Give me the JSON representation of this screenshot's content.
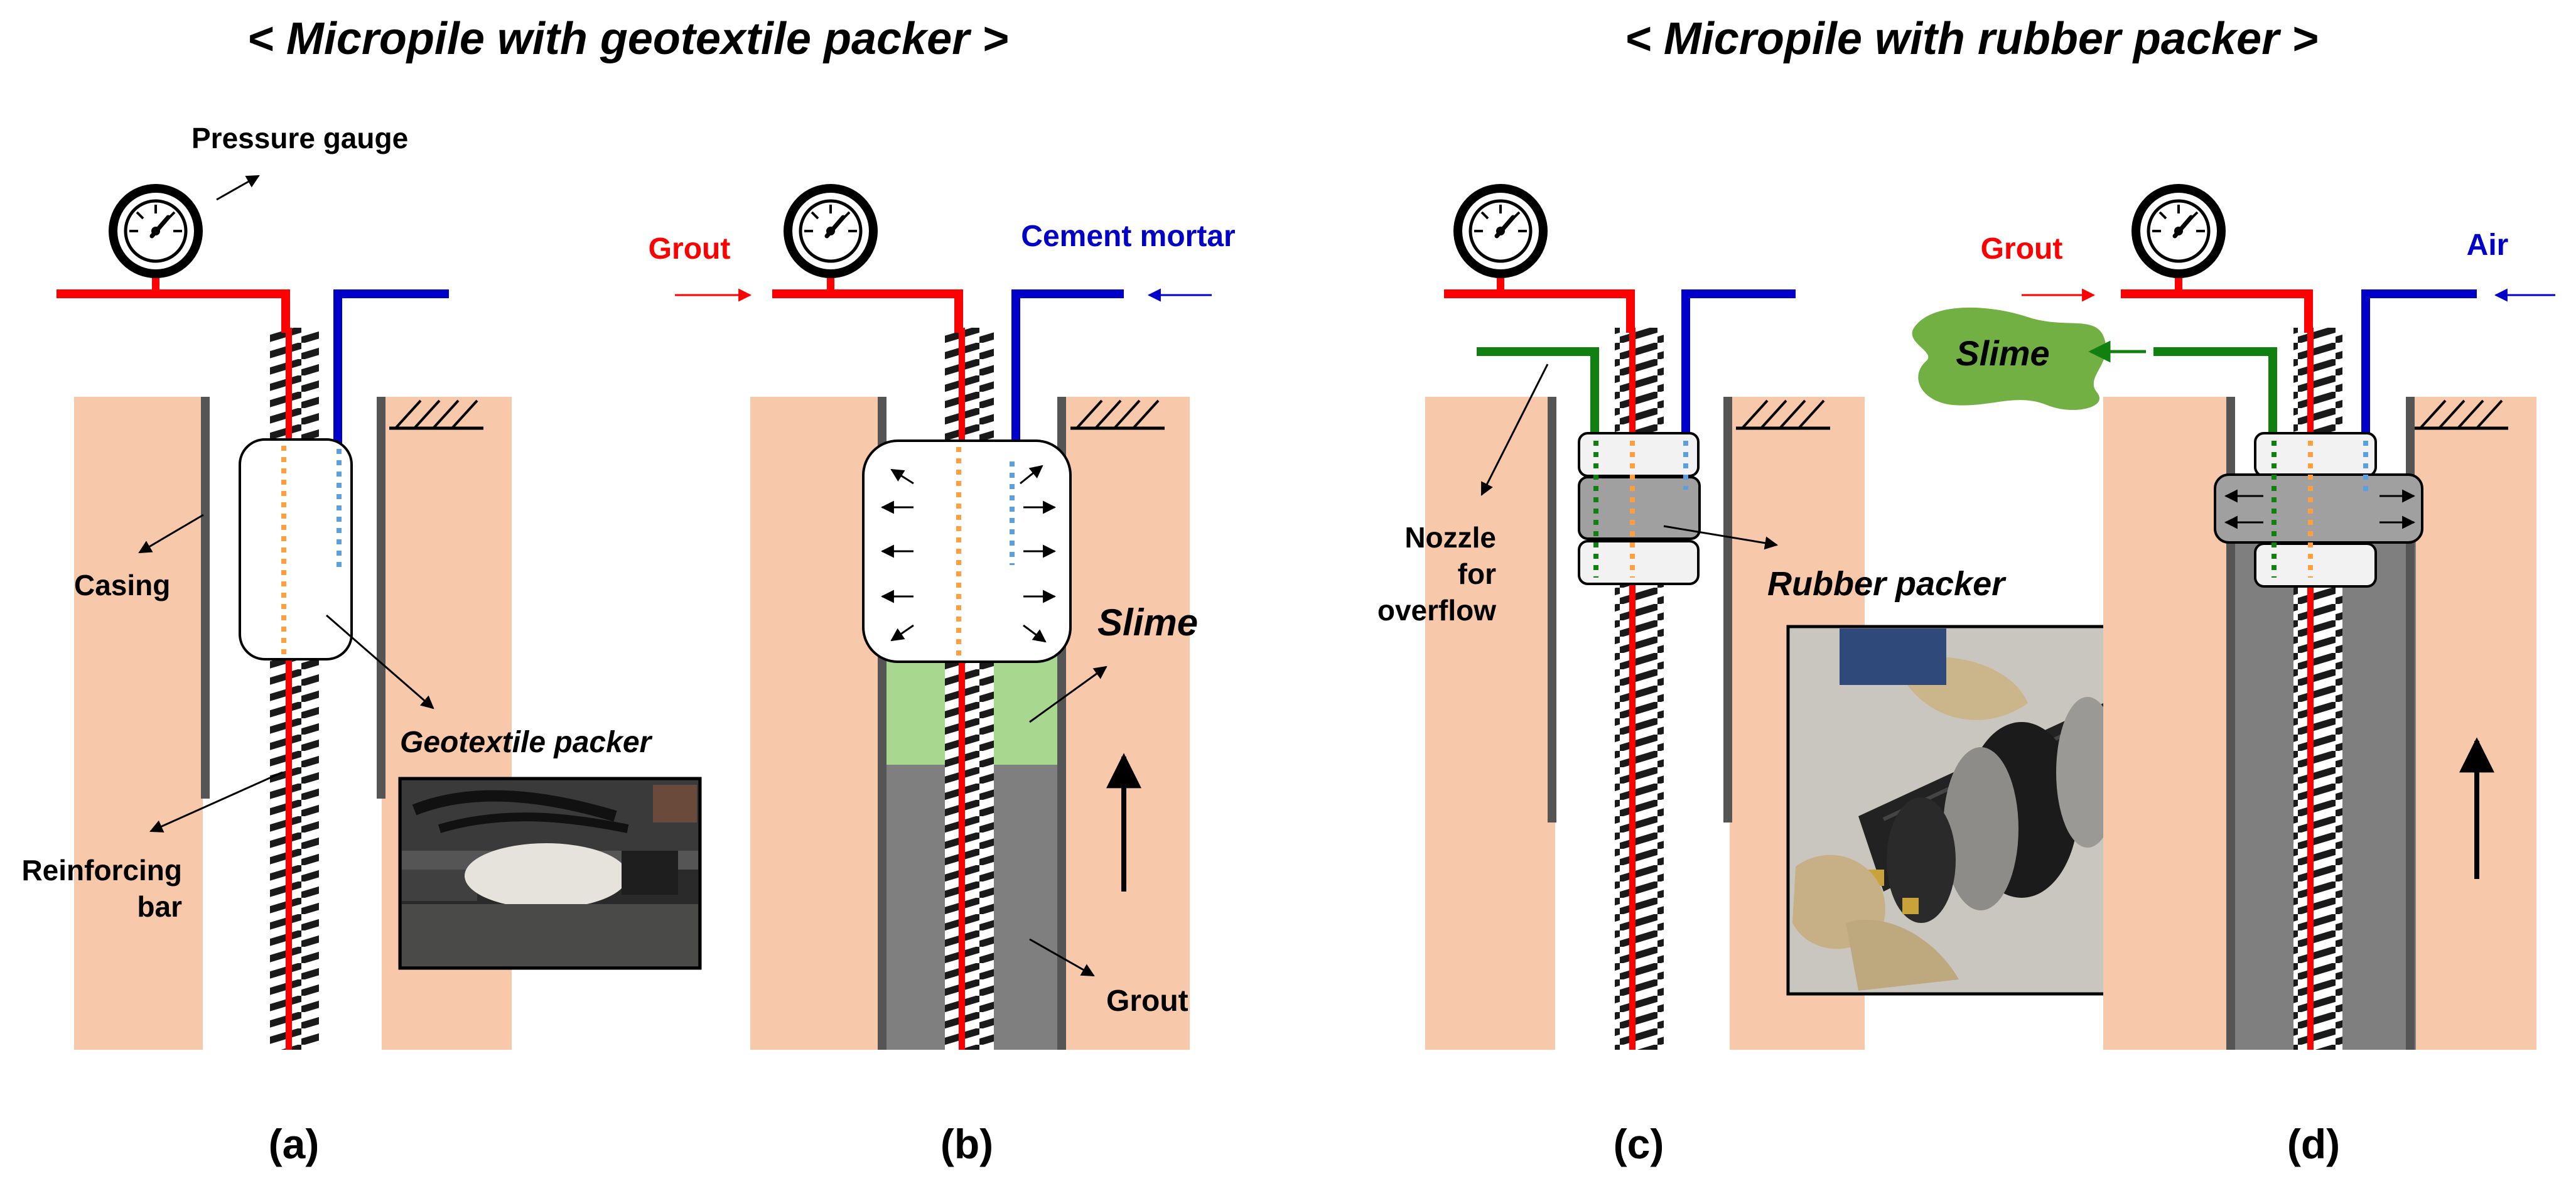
{
  "titles": {
    "left": "< Micropile with geotextile packer >",
    "right": "< Micropile with rubber packer >"
  },
  "labels": {
    "pressure_gauge": "Pressure gauge",
    "casing": "Casing",
    "reinforcing_line1": "Reinforcing",
    "reinforcing_line2": "bar",
    "geotextile_packer": "Geotextile packer",
    "grout_b": "Grout",
    "cement_mortar": "Cement mortar",
    "slime_b": "Slime",
    "grout_fill_b": "Grout",
    "nozzle_line1": "Nozzle",
    "nozzle_line2": "for",
    "nozzle_line3": "overflow",
    "rubber_packer": "Rubber packer",
    "grout_d": "Grout",
    "slime_d": "Slime",
    "air": "Air"
  },
  "panels": {
    "a": "(a)",
    "b": "(b)",
    "c": "(c)",
    "d": "(d)"
  },
  "colors": {
    "soil": "#f7c8a9",
    "casing": "#555555",
    "grout_pipe": "#ff0000",
    "blue_pipe": "#0000c8",
    "green_pipe": "#108010",
    "grout_fill": "#7f7f7f",
    "slime_fill": "#a8d890",
    "slime_blob": "#72b043",
    "orange_dots": "#ffa040",
    "blue_dots": "#5aa0e0"
  }
}
